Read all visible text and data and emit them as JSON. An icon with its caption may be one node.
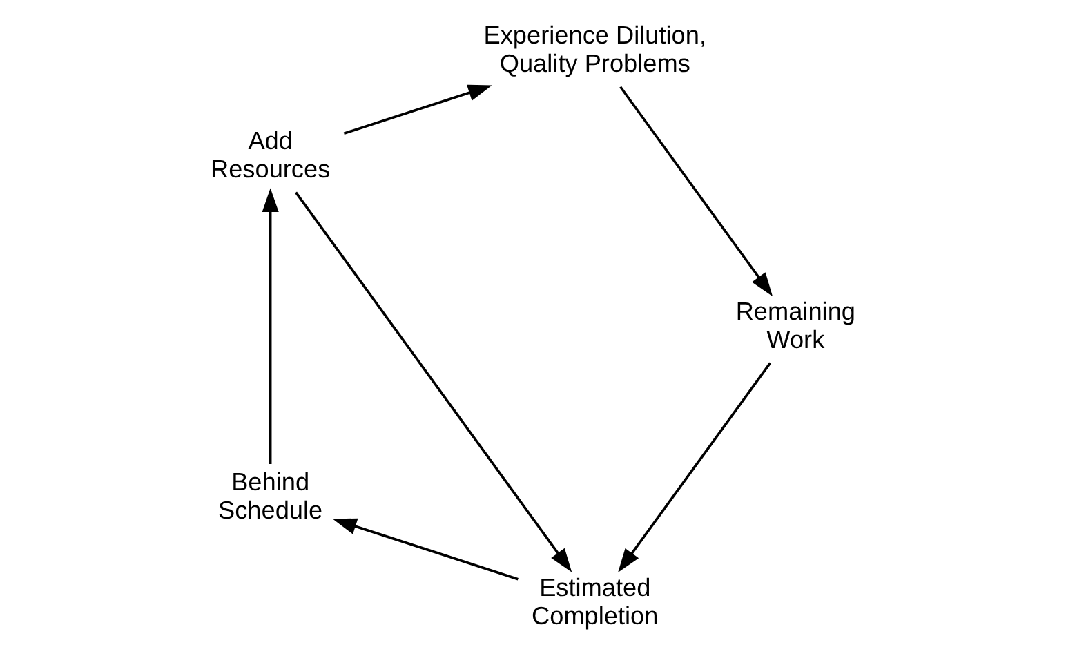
{
  "diagram": {
    "nodes": [
      {
        "text": [
          "Estimated Completion"
        ]
      },
      {
        "text": [
          "Behind Schedule"
        ]
      },
      {
        "text": [
          "Add Resources"
        ]
      },
      {
        "text": [
          "Experience Dilution, Quality Problems"
        ]
      },
      {
        "text": [
          "Remaining Work"
        ]
      }
    ],
    "edges": [
      {
        "from": 0,
        "to": 1,
        "arrow": "to"
      },
      {
        "from": 1,
        "to": 2,
        "arrow": "to"
      },
      {
        "from": 2,
        "to": 0,
        "arrow": "to"
      },
      {
        "from": 2,
        "to": 3,
        "arrow": "to"
      },
      {
        "from": 3,
        "to": 4,
        "arrow": "to"
      },
      {
        "from": 4,
        "to": 0,
        "arrow": "to"
      }
    ]
  }
}
